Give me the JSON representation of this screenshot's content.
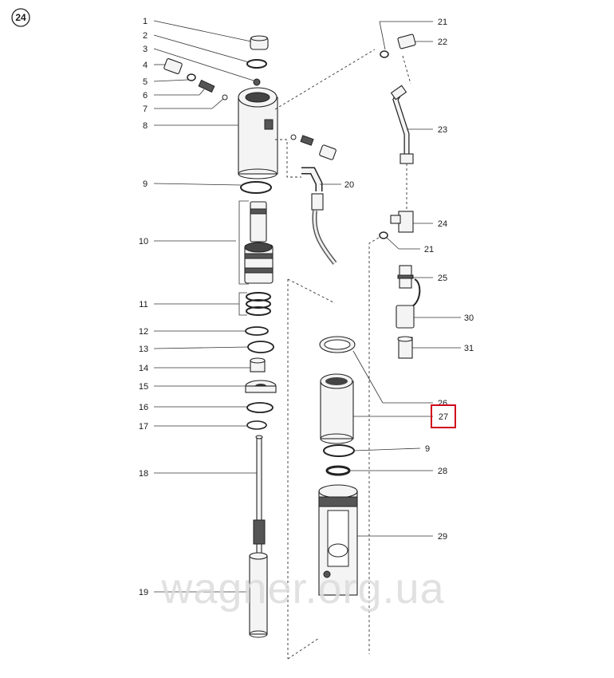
{
  "diagram": {
    "figure_number": "24",
    "watermark": "wagner.org.ua",
    "highlighted_label": "27",
    "labels": [
      {
        "id": "l1",
        "text": "1"
      },
      {
        "id": "l2",
        "text": "2"
      },
      {
        "id": "l3",
        "text": "3"
      },
      {
        "id": "l4",
        "text": "4"
      },
      {
        "id": "l5",
        "text": "5"
      },
      {
        "id": "l6",
        "text": "6"
      },
      {
        "id": "l7",
        "text": "7"
      },
      {
        "id": "l8",
        "text": "8"
      },
      {
        "id": "l9a",
        "text": "9"
      },
      {
        "id": "l10",
        "text": "10"
      },
      {
        "id": "l11",
        "text": "11"
      },
      {
        "id": "l12",
        "text": "12"
      },
      {
        "id": "l13",
        "text": "13"
      },
      {
        "id": "l14",
        "text": "14"
      },
      {
        "id": "l15",
        "text": "15"
      },
      {
        "id": "l16",
        "text": "16"
      },
      {
        "id": "l17",
        "text": "17"
      },
      {
        "id": "l18",
        "text": "18"
      },
      {
        "id": "l19",
        "text": "19"
      },
      {
        "id": "l20",
        "text": "20"
      },
      {
        "id": "l21a",
        "text": "21"
      },
      {
        "id": "l22",
        "text": "22"
      },
      {
        "id": "l23",
        "text": "23"
      },
      {
        "id": "l24",
        "text": "24"
      },
      {
        "id": "l21b",
        "text": "21"
      },
      {
        "id": "l25",
        "text": "25"
      },
      {
        "id": "l30",
        "text": "30"
      },
      {
        "id": "l31",
        "text": "31"
      },
      {
        "id": "l26",
        "text": "26"
      },
      {
        "id": "l27",
        "text": "27"
      },
      {
        "id": "l9b",
        "text": "9"
      },
      {
        "id": "l28",
        "text": "28"
      },
      {
        "id": "l29",
        "text": "29"
      }
    ],
    "colors": {
      "highlight": "#d0021b",
      "ink": "#222222",
      "watermark": "#dcdcdc"
    }
  }
}
